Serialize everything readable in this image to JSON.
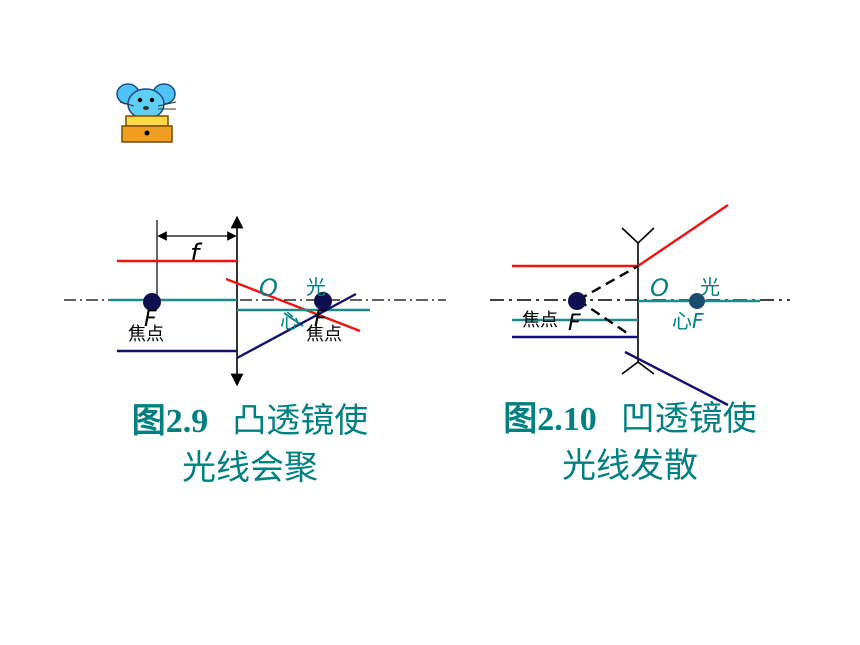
{
  "colors": {
    "red_ray": "#ee1111",
    "teal_ray": "#1a8a8a",
    "blue_ray": "#101070",
    "caption": "#008080",
    "axis": "#000000"
  },
  "icons": {
    "mascot": "mouse-mascot-icon"
  },
  "convex": {
    "focal_length_label": "f",
    "center_label": "O",
    "center_word_top": "光",
    "center_word_bottom": "心",
    "focal_letter_left": "F",
    "focal_letter_right": "F",
    "focus_label_left": "焦点",
    "focus_label_right": "焦点",
    "caption_fig": "图2.9",
    "caption_line1": "凸透镜使",
    "caption_line2": "光线会聚"
  },
  "concave": {
    "center_label": "O",
    "center_word_top": "光",
    "center_word_bottom": "心",
    "focal_letter_left": "F",
    "focal_letter_right": "F",
    "focus_label_left": "焦点",
    "caption_fig": "图2.10",
    "caption_line1": "凹透镜使",
    "caption_line2": "光线发散"
  }
}
